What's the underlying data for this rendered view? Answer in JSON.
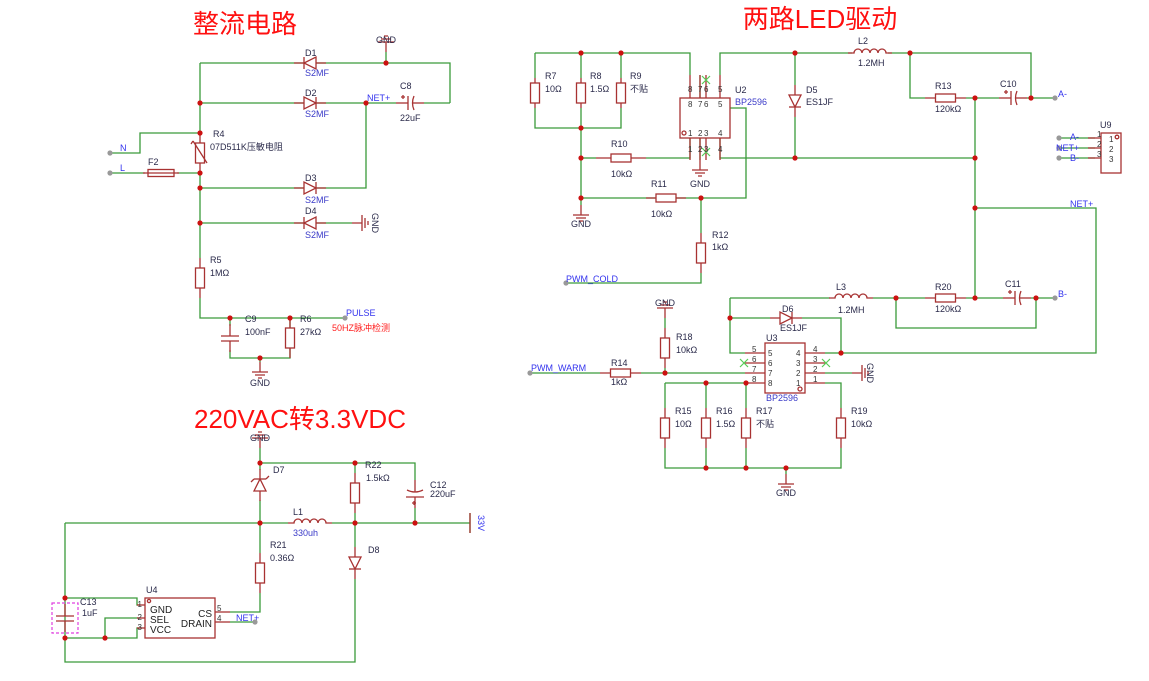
{
  "titles": {
    "rectifier": "整流电路",
    "led_driver": "两路LED驱动",
    "converter": "220VAC转3.3VDC"
  },
  "colors": {
    "wire": "#3a9a3a",
    "component": "#a83232",
    "junction": "#cc1111",
    "net_label": "#3333ee",
    "title": "#ff1010"
  },
  "rectifier": {
    "gnd_label": "GND",
    "d1": {
      "ref": "D1",
      "value": "S2MF"
    },
    "d2": {
      "ref": "D2",
      "value": "S2MF"
    },
    "d3": {
      "ref": "D3",
      "value": "S2MF"
    },
    "d4": {
      "ref": "D4",
      "value": "S2MF"
    },
    "net_plus": "NET+",
    "c8": {
      "ref": "C8",
      "value": "22uF"
    },
    "n": "N",
    "l": "L",
    "r4": {
      "ref": "R4",
      "value": "07D511K压敏电阻"
    },
    "f2": {
      "ref": "F2"
    },
    "r5": {
      "ref": "R5",
      "value": "1MΩ"
    },
    "c9": {
      "ref": "C9",
      "value": "100nF"
    },
    "r6": {
      "ref": "R6",
      "value": "27kΩ"
    },
    "pulse": "PULSE",
    "pulse_note": "50HZ脉冲检测"
  },
  "led_driver": {
    "gnd_label": "GND",
    "r7": {
      "ref": "R7",
      "value": "10Ω"
    },
    "r8": {
      "ref": "R8",
      "value": "1.5Ω"
    },
    "r9": {
      "ref": "R9",
      "value": "不贴"
    },
    "u2": {
      "ref": "U2",
      "value": "BP2596",
      "pins_top": [
        "8",
        "7",
        "6",
        "5"
      ],
      "pins_bottom": [
        "1",
        "2",
        "3",
        "4"
      ]
    },
    "d5": {
      "ref": "D5",
      "value": "ES1JF"
    },
    "l2": {
      "ref": "L2",
      "value": "1.2MH"
    },
    "r13": {
      "ref": "R13",
      "value": "120kΩ"
    },
    "c10": {
      "ref": "C10"
    },
    "a_minus": "A-",
    "b_minus": "B-",
    "net_plus": "NET+",
    "u9": {
      "ref": "U9",
      "pins": [
        "1",
        "2",
        "3"
      ],
      "nets": [
        "A-",
        "NET+",
        "B-"
      ]
    },
    "r10": {
      "ref": "R10",
      "value": "10kΩ"
    },
    "r11": {
      "ref": "R11",
      "value": "10kΩ"
    },
    "r12": {
      "ref": "R12",
      "value": "1kΩ"
    },
    "pwm_cold": "PWM_COLD",
    "l3": {
      "ref": "L3",
      "value": "1.2MH"
    },
    "r20": {
      "ref": "R20",
      "value": "120kΩ"
    },
    "c11": {
      "ref": "C11"
    },
    "d6": {
      "ref": "D6",
      "value": "ES1JF"
    },
    "u3": {
      "ref": "U3",
      "value": "BP2596",
      "pins_left": [
        "5",
        "6",
        "7",
        "8"
      ],
      "pins_right": [
        "4",
        "3",
        "2",
        "1"
      ]
    },
    "r18": {
      "ref": "R18",
      "value": "10kΩ"
    },
    "pwm_warm": "PWM_WARM",
    "r14": {
      "ref": "R14",
      "value": "1kΩ"
    },
    "r15": {
      "ref": "R15",
      "value": "10Ω"
    },
    "r16": {
      "ref": "R16",
      "value": "1.5Ω"
    },
    "r17": {
      "ref": "R17",
      "value": "不贴"
    },
    "r19": {
      "ref": "R19",
      "value": "10kΩ"
    }
  },
  "converter": {
    "gnd_label": "GND",
    "d7": {
      "ref": "D7"
    },
    "r22": {
      "ref": "R22",
      "value": "1.5kΩ"
    },
    "c12": {
      "ref": "C12",
      "value": "220uF"
    },
    "l1": {
      "ref": "L1",
      "value": "330uh"
    },
    "v33": "33V",
    "r21": {
      "ref": "R21",
      "value": "0.36Ω"
    },
    "d8": {
      "ref": "D8"
    },
    "u4": {
      "ref": "U4",
      "pins_left": [
        "1",
        "2",
        "3"
      ],
      "pin_names_left": [
        "GND",
        "SEL",
        "VCC"
      ],
      "pins_right": [
        "5",
        "4"
      ],
      "pin_names_right": [
        "CS",
        "DRAIN"
      ]
    },
    "c13": {
      "ref": "C13",
      "value": "1uF"
    },
    "net_plus": "NET+"
  }
}
